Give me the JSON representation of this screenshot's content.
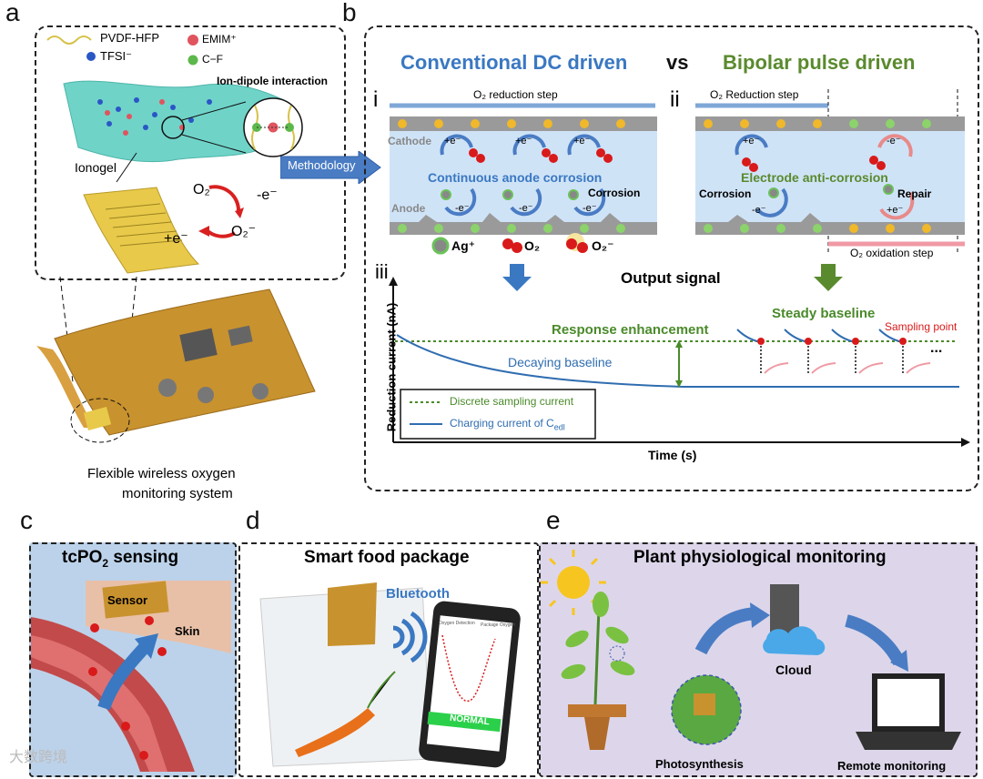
{
  "panels": {
    "a": {
      "letter": "a",
      "legend": {
        "pvdf": "PVDF-HFP",
        "emim": "EMIM⁺",
        "tfsi": "TFSI⁻",
        "cf": "C−F"
      },
      "ion_dipole": "Ion-dipole interaction",
      "ionogel": "Ionogel",
      "o2": "O₂",
      "minus_e": "-e⁻",
      "plus_e": "+e⁻",
      "o2_minus": "O₂⁻",
      "caption_line1": "Flexible wireless oxygen",
      "caption_line2": "monitoring system"
    },
    "b": {
      "letter": "b",
      "methodology": "Methodology",
      "title_left": "Conventional DC driven",
      "vs": "vs",
      "title_right": "Bipolar pulse driven",
      "i": "i",
      "ii": "ii",
      "iii": "iii",
      "o2_reduction_step": "O₂ reduction step",
      "o2_reduction_step_right": "O₂ Reduction step",
      "o2_oxidation_step": "O₂ oxidation step",
      "cathode": "Cathode",
      "anode": "Anode",
      "plus_e": "+e⁻",
      "minus_e": "-e⁻",
      "continuous_corrosion": "Continuous anode corrosion",
      "corrosion": "Corrosion",
      "electrode_anti_corrosion": "Electrode anti-corrosion",
      "repair": "Repair",
      "species": {
        "ag": "Ag⁺",
        "o2": "O₂",
        "o2_minus": "O₂⁻"
      },
      "output_signal": "Output signal",
      "ylabel": "Reduction current (nA)",
      "xlabel": "Time (s)",
      "response_enhancement": "Response enhancement",
      "steady_baseline": "Steady baseline",
      "sampling_point": "Sampling point",
      "decaying_baseline": "Decaying baseline",
      "ellipsis": "...",
      "legend_discrete": "Discrete sampling current",
      "legend_charging": "Charging current of C",
      "legend_charging_sub": "edl"
    },
    "c": {
      "letter": "c",
      "title_pre": "tcPO",
      "title_sub": "2",
      "title_post": " sensing",
      "sensor": "Sensor",
      "skin": "Skin"
    },
    "d": {
      "letter": "d",
      "title": "Smart food package",
      "bluetooth": "Bluetooth",
      "normal": "NORMAL",
      "phone_header": "Oxygen Detection",
      "phone_sub": "Package Oxygen"
    },
    "e": {
      "letter": "e",
      "title": "Plant physiological monitoring",
      "cloud": "Cloud",
      "photosynthesis": "Photosynthesis",
      "remote": "Remote monitoring"
    }
  },
  "watermark": "大数跨境",
  "colors": {
    "blue_title": "#3a78c2",
    "green_title": "#5a8a2e",
    "line_blue": "#2f6db0",
    "dotted_green": "#4a8a2a",
    "gel": "#6fd3c8",
    "pcb": "#c8922e"
  }
}
